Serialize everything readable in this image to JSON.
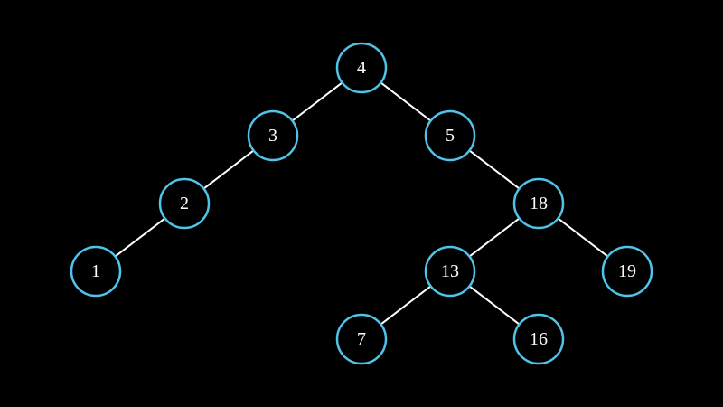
{
  "diagram": {
    "type": "binary-tree",
    "colors": {
      "background": "#000000",
      "node_stroke": "#4fc3e8",
      "node_fill": "#000000",
      "edge": "#ffffff",
      "label": "#ffffff"
    },
    "nodes": [
      {
        "id": "n4",
        "label": "4"
      },
      {
        "id": "n3",
        "label": "3"
      },
      {
        "id": "n5",
        "label": "5"
      },
      {
        "id": "n2",
        "label": "2"
      },
      {
        "id": "n18",
        "label": "18"
      },
      {
        "id": "n1",
        "label": "1"
      },
      {
        "id": "n13",
        "label": "13"
      },
      {
        "id": "n19",
        "label": "19"
      },
      {
        "id": "n7",
        "label": "7"
      },
      {
        "id": "n16",
        "label": "16"
      }
    ],
    "edges": [
      {
        "from": "n4",
        "to": "n3"
      },
      {
        "from": "n4",
        "to": "n5"
      },
      {
        "from": "n3",
        "to": "n2"
      },
      {
        "from": "n2",
        "to": "n1"
      },
      {
        "from": "n5",
        "to": "n18"
      },
      {
        "from": "n18",
        "to": "n13"
      },
      {
        "from": "n18",
        "to": "n19"
      },
      {
        "from": "n13",
        "to": "n7"
      },
      {
        "from": "n13",
        "to": "n16"
      }
    ]
  }
}
